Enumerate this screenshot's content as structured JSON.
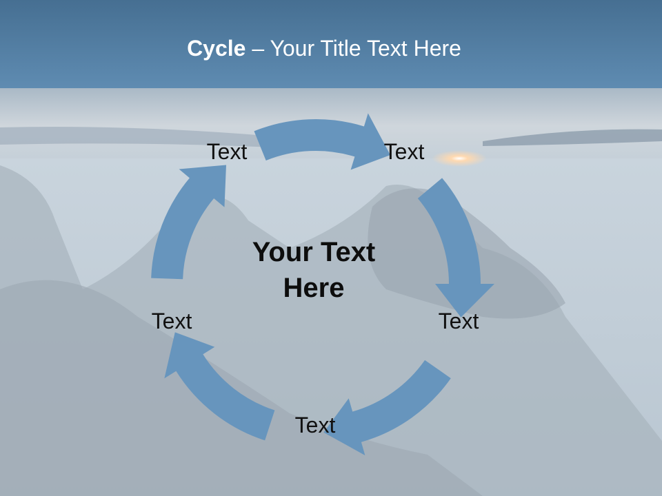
{
  "slide": {
    "title_bold": "Cycle",
    "title_rest": " – Your Title Text Here",
    "center_text": "Your Text Here",
    "nodes": [
      {
        "label": "Text"
      },
      {
        "label": "Text"
      },
      {
        "label": "Text"
      },
      {
        "label": "Text"
      },
      {
        "label": "Text"
      }
    ]
  },
  "colors": {
    "arrow": "#6795bd",
    "sky_top": "#4a7396",
    "sky_band": "#5b87ad",
    "sea": "#c7d3dc"
  }
}
